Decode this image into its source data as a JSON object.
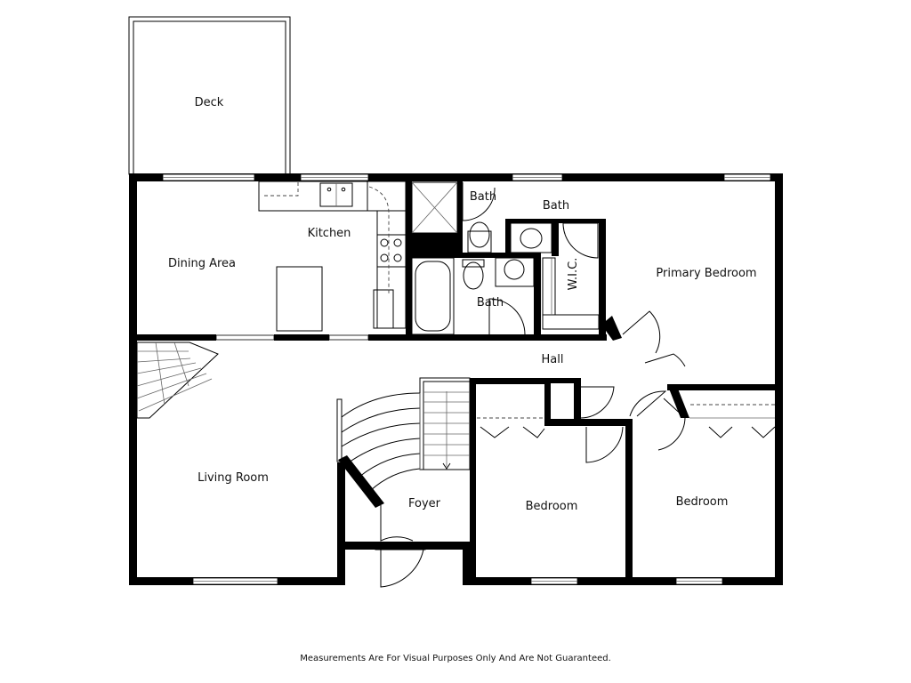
{
  "plan": {
    "rooms": {
      "deck": "Deck",
      "kitchen": "Kitchen",
      "dining_area": "Dining Area",
      "bath_top_left": "Bath",
      "bath_top_right": "Bath",
      "bath_center": "Bath",
      "wic": "W.I.C.",
      "primary_bedroom": "Primary Bedroom",
      "hall": "Hall",
      "living_room": "Living Room",
      "foyer": "Foyer",
      "bedroom_center": "Bedroom",
      "bedroom_right": "Bedroom"
    },
    "disclaimer": "Measurements Are For Visual Purposes Only And Are Not Guaranteed."
  }
}
